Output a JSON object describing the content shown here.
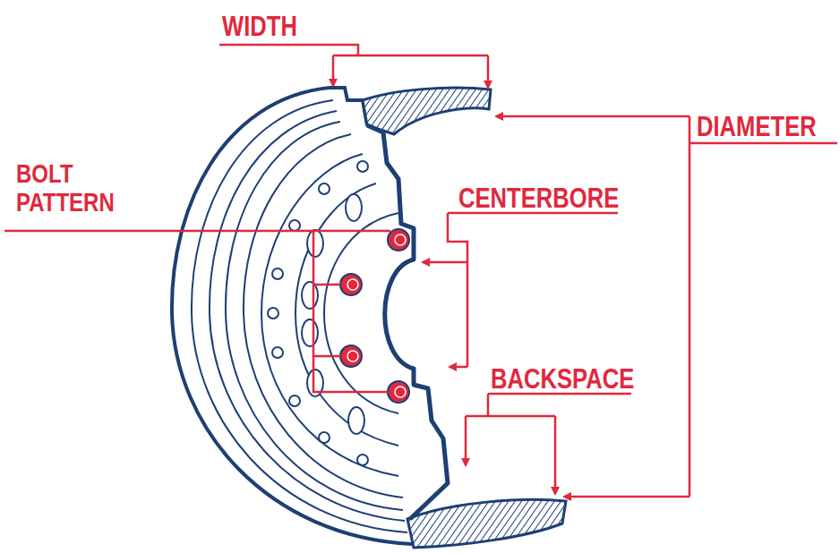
{
  "diagram": {
    "labels": [
      "WIDTH",
      "DIAMETER",
      "BOLT PATTERN",
      "CENTERBORE",
      "BACKSPACE"
    ]
  }
}
